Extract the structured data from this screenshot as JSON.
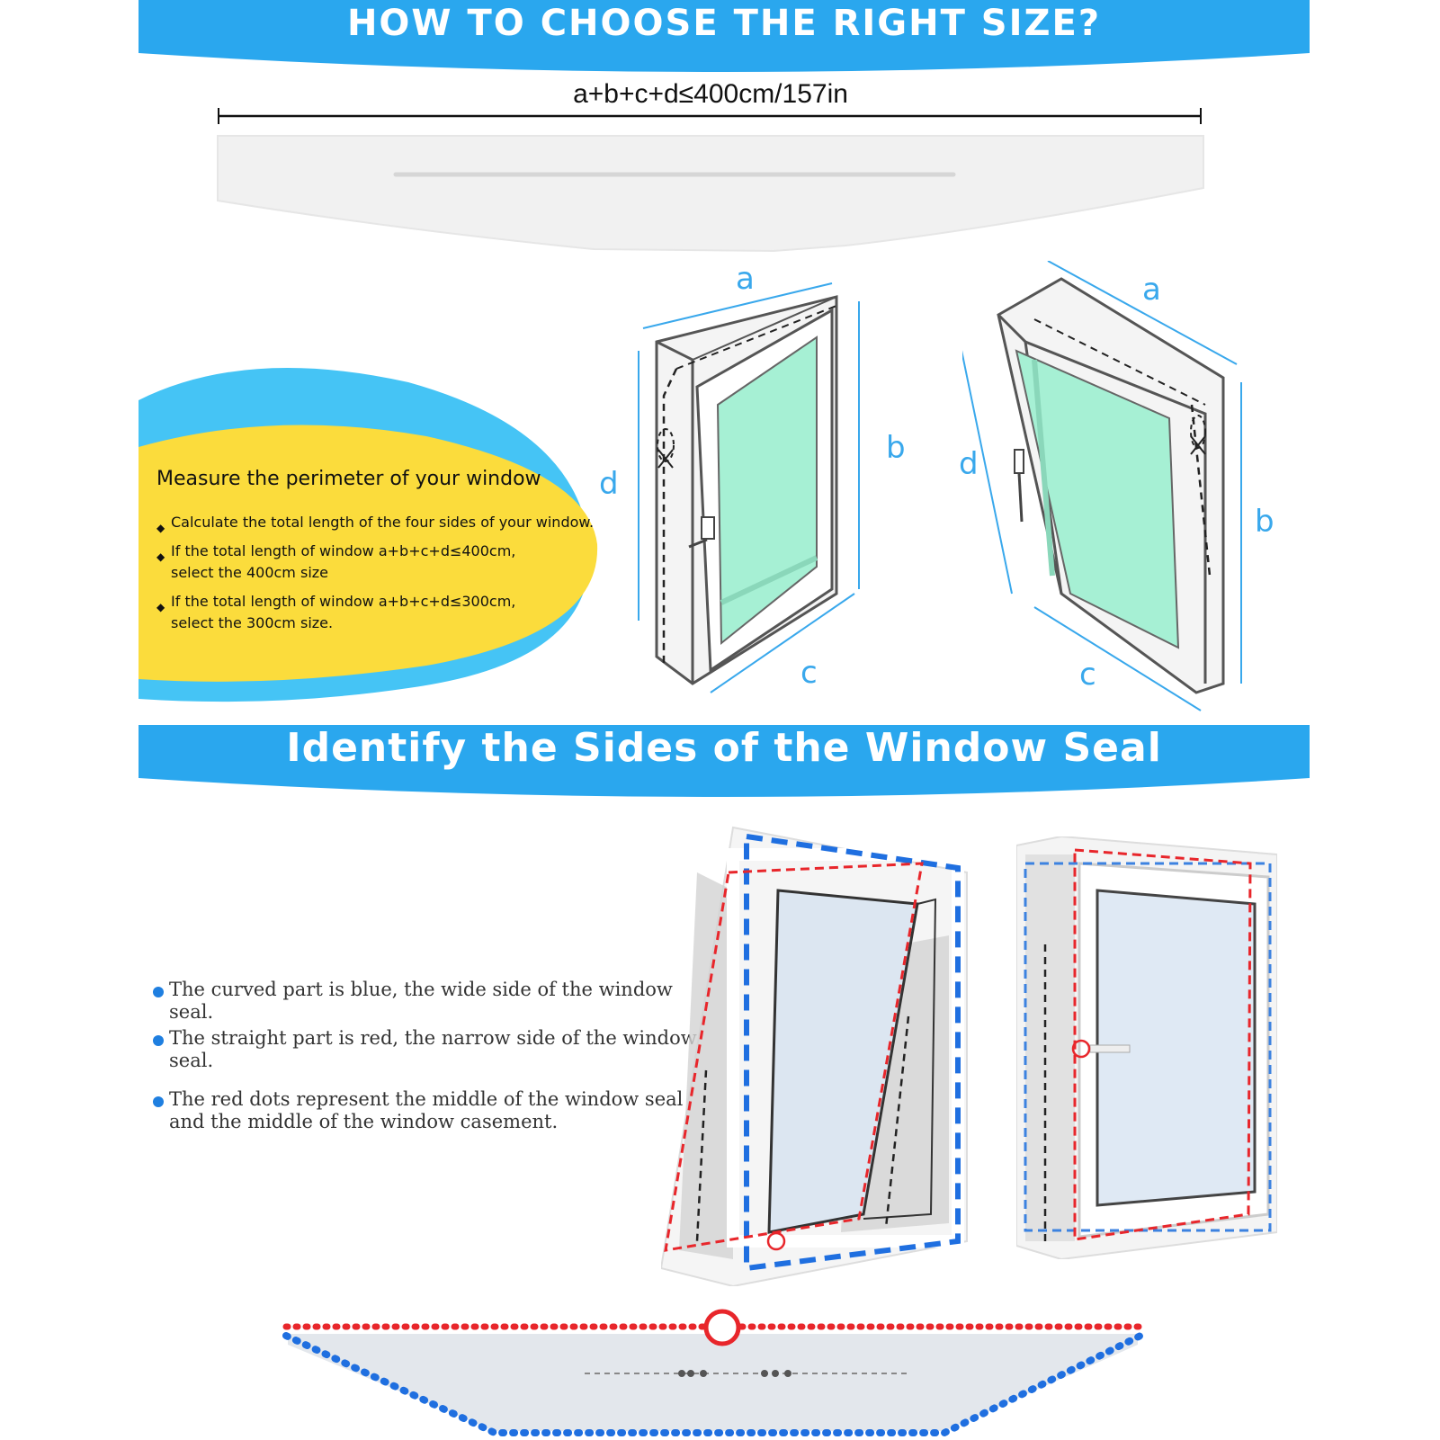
{
  "header": {
    "title": "HOW TO CHOOSE THE RIGHT SIZE?"
  },
  "formula": "a+b+c+d≤400cm/157in",
  "diagram_labels": {
    "a": "a",
    "b": "b",
    "c": "c",
    "d": "d"
  },
  "measure": {
    "title": "Measure the perimeter of your window",
    "bullets": [
      {
        "text": "Calculate the total length of the four sides of your window."
      },
      {
        "line1": "If the total length of window a+b+c+d≤400cm,",
        "line2": "select the 400cm size"
      },
      {
        "line1": "If the total length of window a+b+c+d≤300cm,",
        "line2": "select the 300cm size."
      }
    ]
  },
  "seal": {
    "title": "Identify the Sides of the Window Seal",
    "notes": [
      {
        "text": "The curved part is blue, the wide side of the window seal."
      },
      {
        "text": "The straight part is red, the narrow side of the window seal."
      },
      {
        "line1": "The red dots represent the middle of the window seal",
        "line2": "and the middle of the window casement."
      }
    ]
  },
  "colors": {
    "banner": "#2aa7ee",
    "label": "#39a8ec",
    "bubble_yellow": "#fbdc3c",
    "bubble_blue": "#45c4f5",
    "glass": "#a6f0d4",
    "seal_blue": "#1f6fe0",
    "seal_red": "#e8262b"
  }
}
